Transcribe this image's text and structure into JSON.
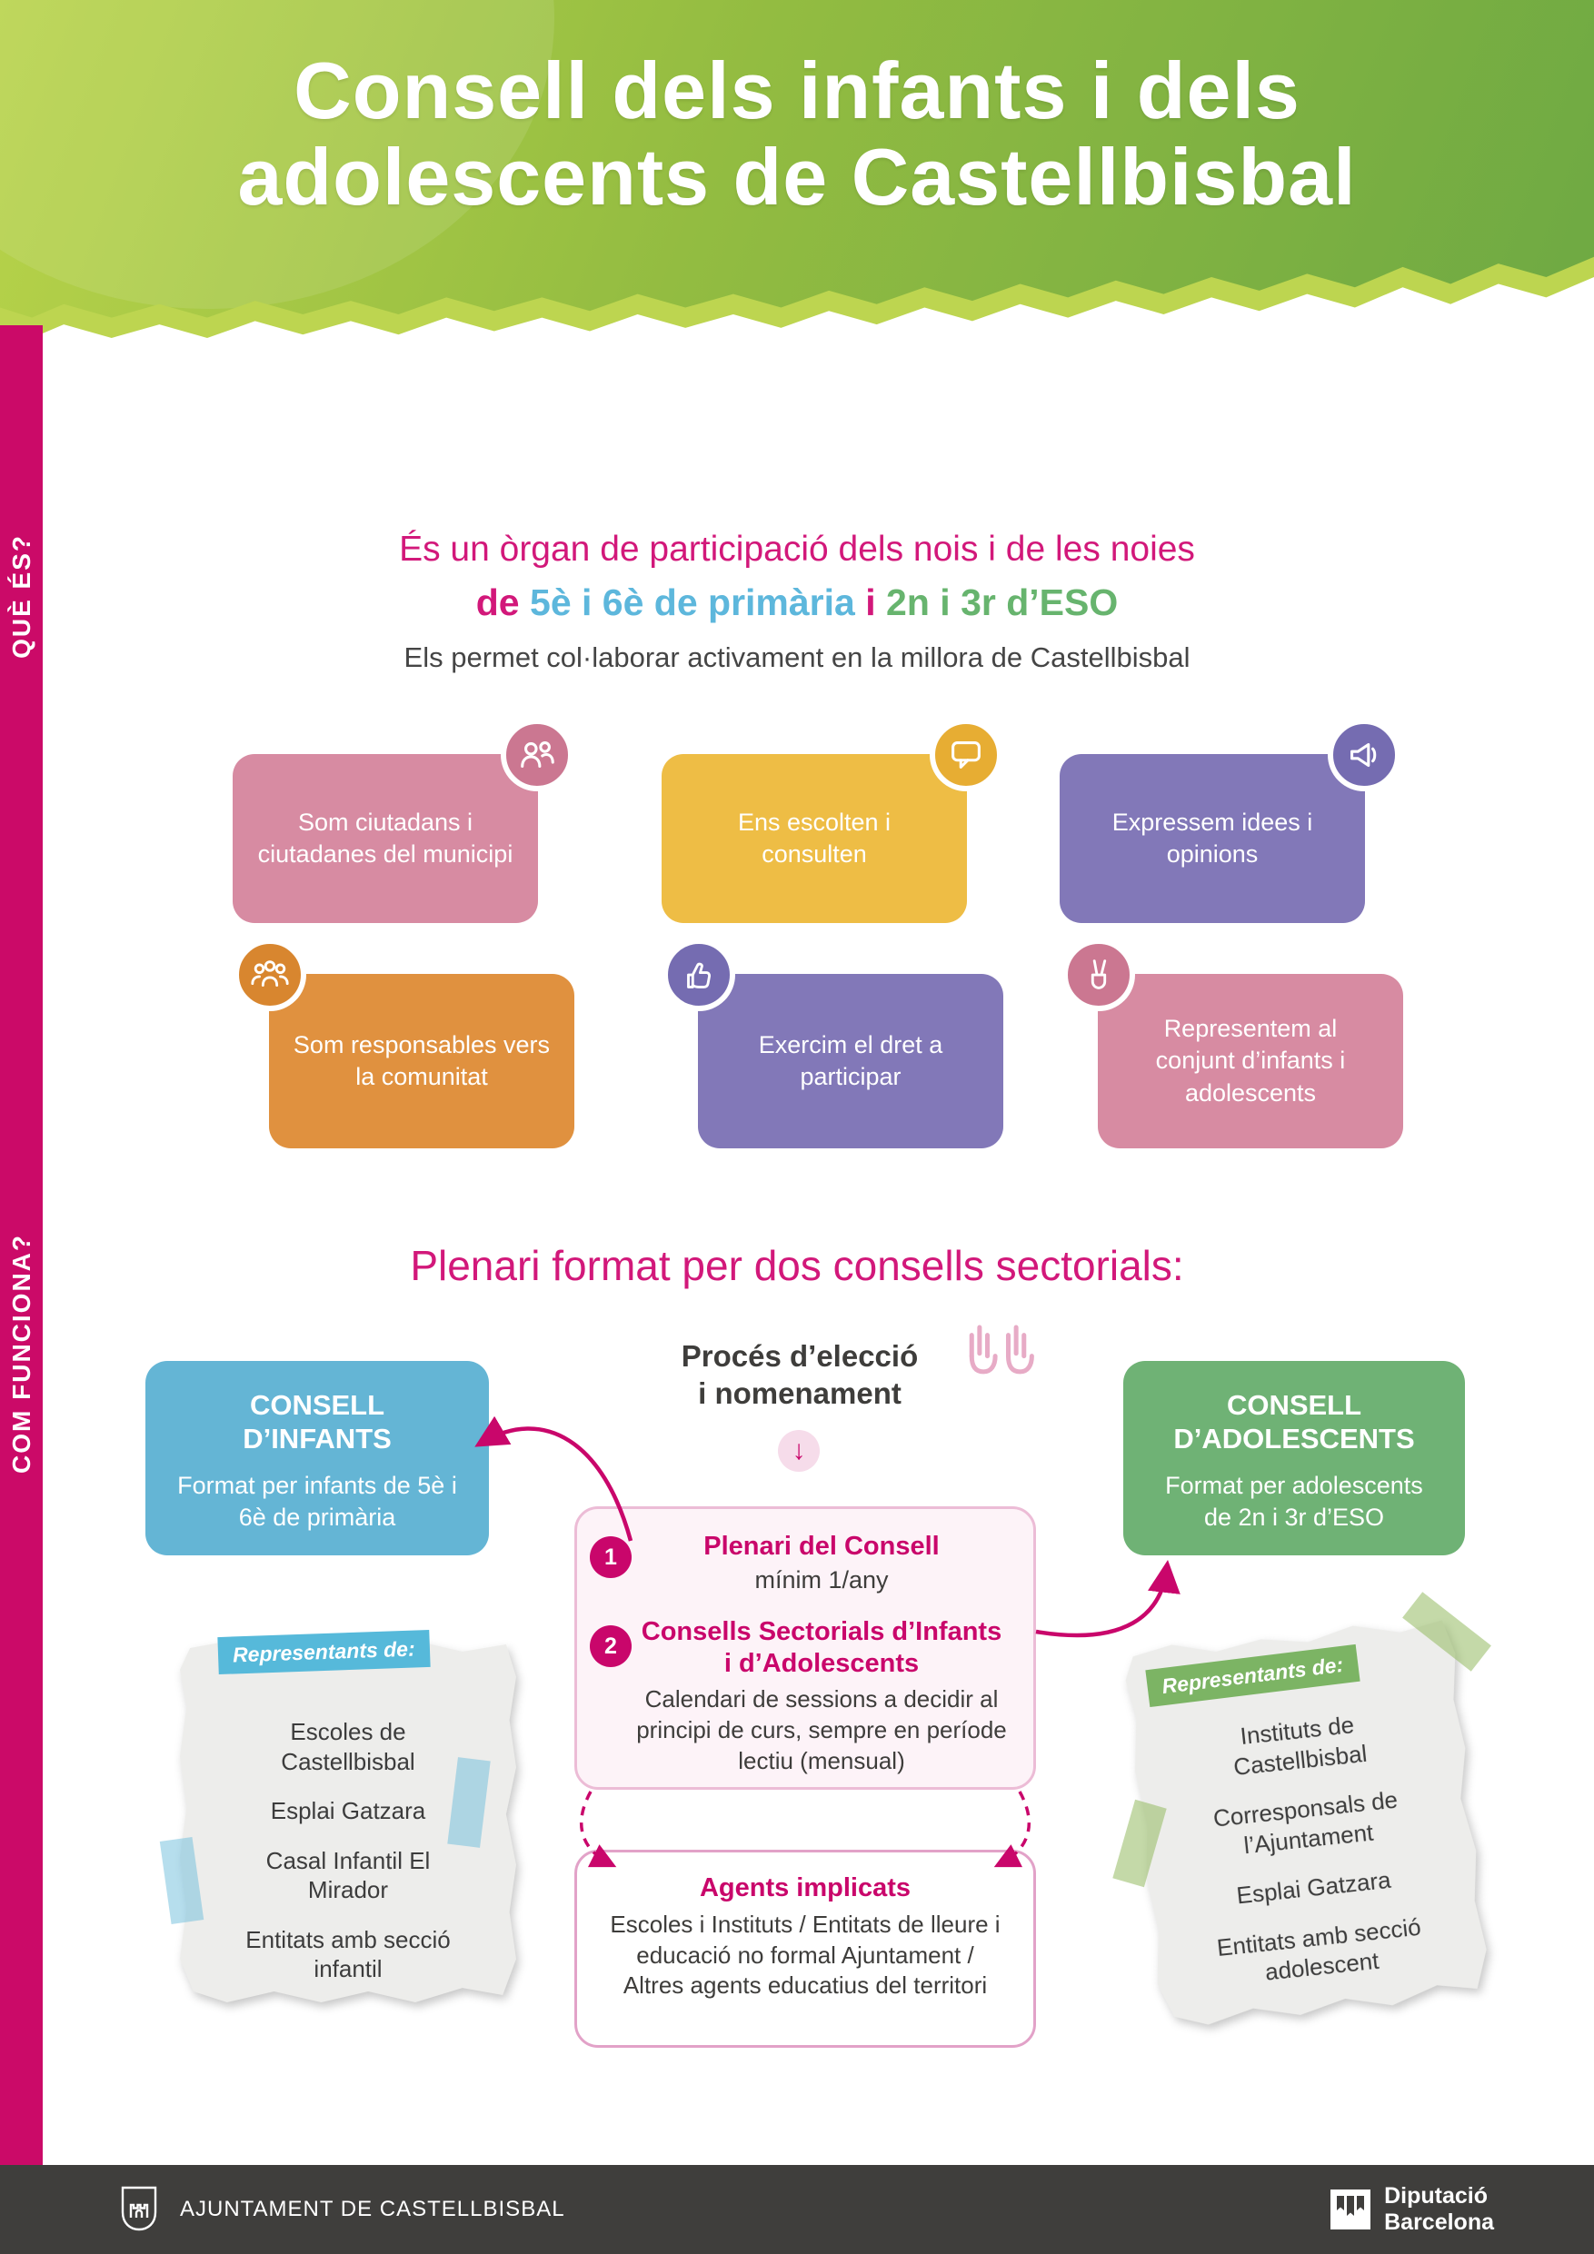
{
  "colors": {
    "magenta": "#c9066b",
    "header_green_light": "#b8d34a",
    "header_green_dark": "#6ea943",
    "blue": "#64b5d5",
    "green": "#6fb275",
    "card_pink": "#d78ba2",
    "card_yellow": "#eebd45",
    "card_purple": "#8278b8",
    "card_orange": "#e0913f",
    "footer_bg": "#3f3e3c"
  },
  "icons": {
    "down_arrow": "↓"
  },
  "header": {
    "title_line1": "Consell dels infants i dels",
    "title_line2": "adolescents de Castellbisbal"
  },
  "sidebar": {
    "que_es": "QUÈ ÉS?",
    "com_funciona": "COM FUNCIONA?"
  },
  "intro": {
    "line1": "És un òrgan de participació dels nois i de les noies",
    "line2_de": "de",
    "line2_blue": "5è i 6è de primària",
    "line2_i": "i",
    "line2_green": "2n i 3r d’ESO",
    "line3": "Els permet col·laborar activament en la millora de Castellbisbal"
  },
  "cards": [
    {
      "text": "Som ciutadans i ciutadanes del municipi",
      "icon": "people-icon"
    },
    {
      "text": "Ens escolten i consulten",
      "icon": "chat-bubble-icon"
    },
    {
      "text": "Expressem idees i opinions",
      "icon": "megaphone-icon"
    },
    {
      "text": "Som responsables vers la comunitat",
      "icon": "group-icon"
    },
    {
      "text": "Exercim el dret a participar",
      "icon": "thumbs-up-icon"
    },
    {
      "text": "Representem al conjunt d’infants i adolescents",
      "icon": "peace-hand-icon"
    }
  ],
  "section2": {
    "heading": "Plenari format per dos consells sectorials:",
    "consell_infants": {
      "title": "CONSELL D’INFANTS",
      "desc": "Format per infants de 5è i 6è de primària"
    },
    "consell_adolescents": {
      "title": "CONSELL D’ADOLESCENTS",
      "desc": "Format per adolescents de 2n i 3r d’ESO"
    },
    "proces_line1": "Procés d’elecció",
    "proces_line2": "i nomenament",
    "plenari": {
      "num1": "1",
      "item1_title": "Plenari del Consell",
      "item1_sub": "mínim 1/any",
      "num2": "2",
      "item2_title": "Consells Sectorials d’Infants i d’Adolescents",
      "item2_body": "Calendari de sessions a decidir al principi de curs, sempre en període lectiu (mensual)"
    },
    "agents": {
      "title": "Agents implicats",
      "body": "Escoles i Instituts / Entitats de lleure i educació no formal Ajuntament / Altres agents educatius del territori"
    },
    "note_left": {
      "label": "Representants de:",
      "items": [
        "Escoles de Castellbisbal",
        "Esplai Gatzara",
        "Casal Infantil El Mirador",
        "Entitats amb secció infantil"
      ]
    },
    "note_right": {
      "label": "Representants de:",
      "items": [
        "Instituts de Castellbisbal",
        "Corresponsals de l’Ajuntament",
        "Esplai Gatzara",
        "Entitats amb secció adolescent"
      ]
    }
  },
  "footer": {
    "ajuntament": "AJUNTAMENT DE CASTELLBISBAL",
    "diputacio_line1": "Diputació",
    "diputacio_line2": "Barcelona"
  }
}
